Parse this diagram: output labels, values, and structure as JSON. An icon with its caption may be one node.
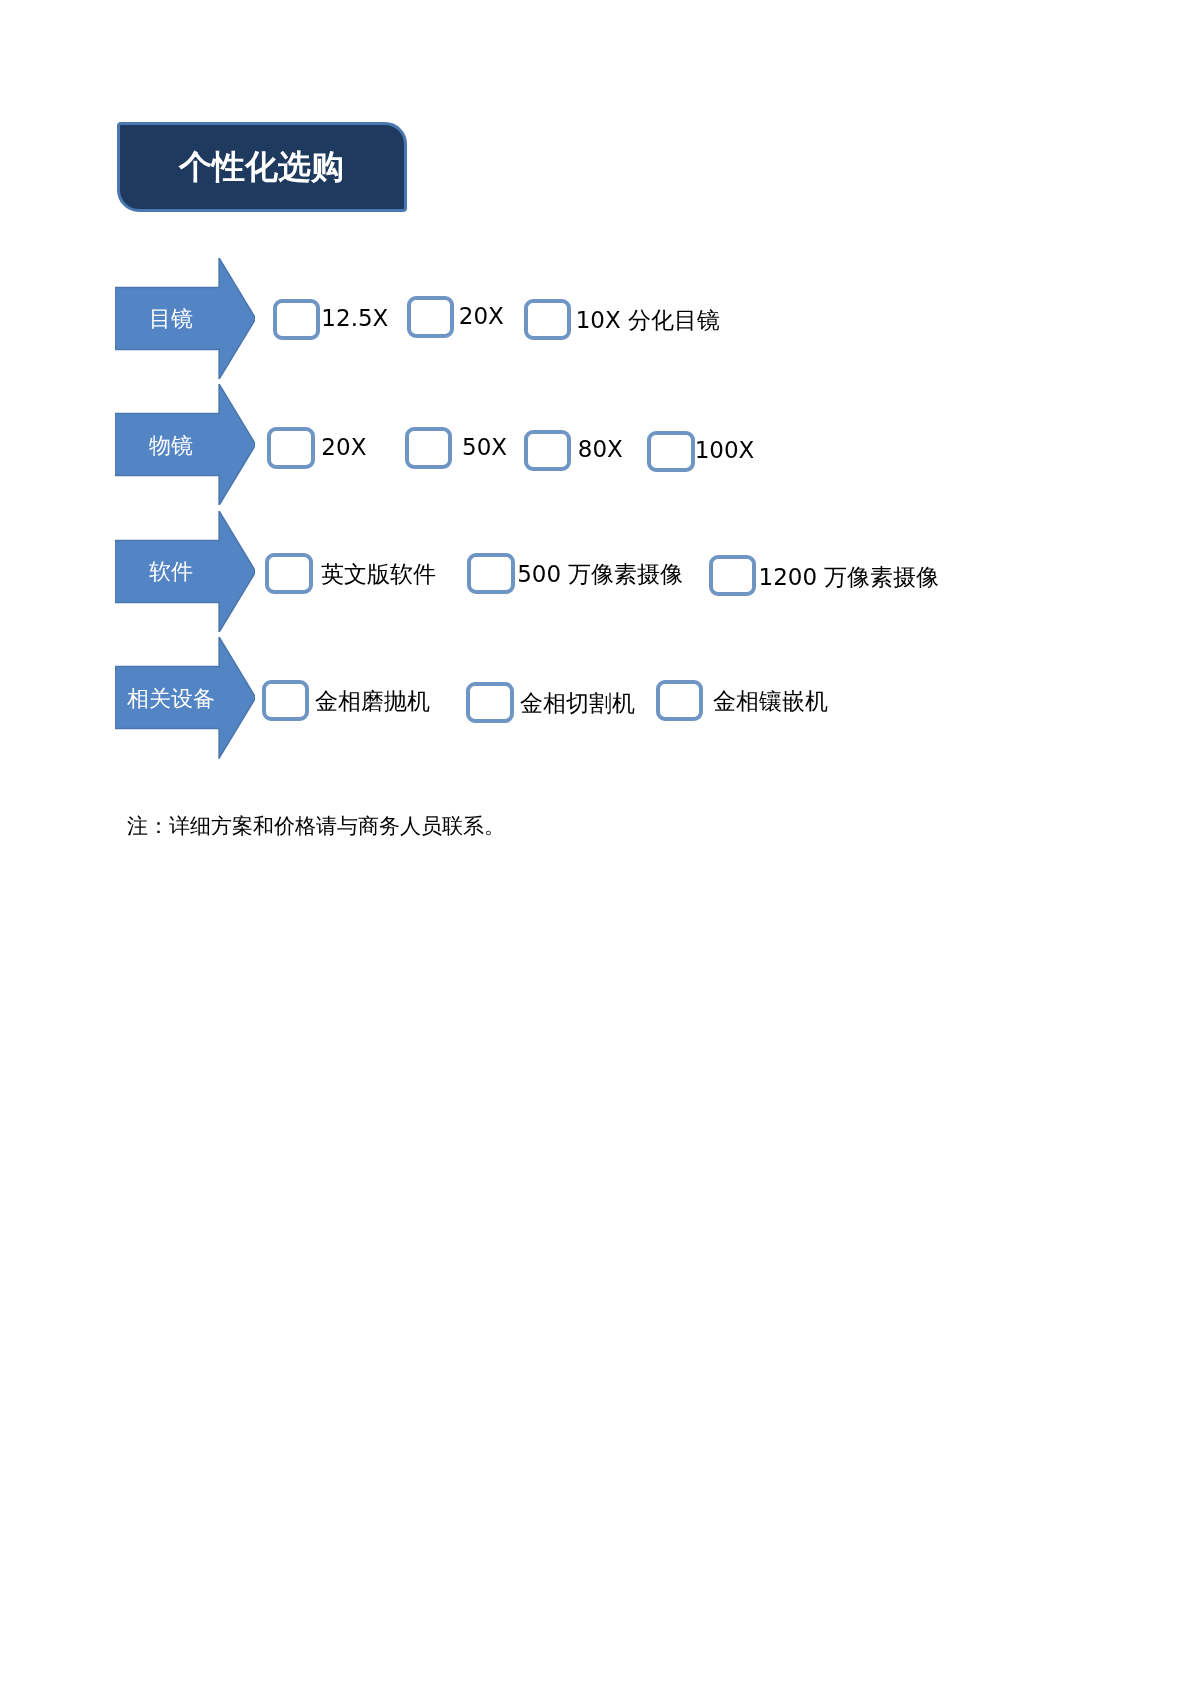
{
  "diagram": {
    "nodes": [
      {
        "text": [
          "个性化选购"
        ]
      },
      {
        "text": [
          "目镜"
        ]
      },
      {
        "text": [],
        "shape": "box",
        "beside": [
          "12.5X"
        ]
      },
      {
        "text": [],
        "shape": "box",
        "beside": [
          "20X"
        ]
      },
      {
        "text": [],
        "shape": "box",
        "beside": [
          "10X 分化目镜"
        ]
      },
      {
        "text": [
          "物镜"
        ]
      },
      {
        "text": [],
        "shape": "box",
        "beside": [
          "20X"
        ]
      },
      {
        "text": [],
        "shape": "box",
        "beside": [
          "50X"
        ]
      },
      {
        "text": [],
        "shape": "box",
        "beside": [
          "80X"
        ]
      },
      {
        "text": [],
        "shape": "box",
        "beside": [
          "100X"
        ]
      },
      {
        "text": [
          "软件"
        ]
      },
      {
        "text": [],
        "shape": "box",
        "beside": [
          "英文版软件"
        ]
      },
      {
        "text": [],
        "shape": "box",
        "beside": [
          "500 万像素摄像"
        ]
      },
      {
        "text": [],
        "shape": "box",
        "beside": [
          "1200 万像素摄像"
        ]
      },
      {
        "text": [
          "相关设备"
        ]
      },
      {
        "text": [],
        "shape": "box",
        "beside": [
          "金相磨抛机"
        ]
      },
      {
        "text": [],
        "shape": "box",
        "beside": [
          "金相切割机"
        ]
      },
      {
        "text": [],
        "shape": "box",
        "beside": [
          "金相镶嵌机"
        ]
      }
    ],
    "edges": [],
    "labels": [
      "注：详细方案和价格请与商务人员联系。"
    ]
  }
}
